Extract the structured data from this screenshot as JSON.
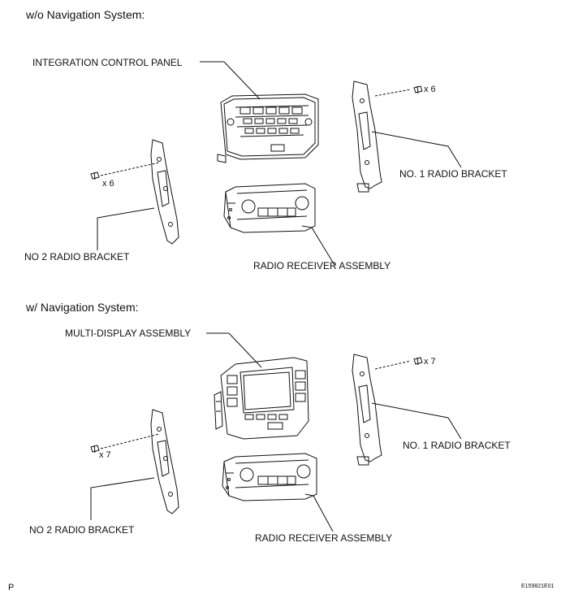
{
  "section_1": {
    "heading": "w/o Navigation System:",
    "labels": {
      "center_unit": "INTEGRATION CONTROL PANEL",
      "right_bracket": "NO. 1 RADIO BRACKET",
      "left_bracket": "NO  2 RADIO BRACKET",
      "receiver": "RADIO RECEIVER ASSEMBLY",
      "screw_right_count": "x 6",
      "screw_left_count": "x 6"
    }
  },
  "section_2": {
    "heading": "w/ Navigation System:",
    "labels": {
      "center_unit": "MULTI-DISPLAY ASSEMBLY",
      "right_bracket": "NO. 1 RADIO BRACKET",
      "left_bracket": "NO  2 RADIO BRACKET",
      "receiver": "RADIO RECEIVER ASSEMBLY",
      "screw_right_count": "x 7",
      "screw_left_count": "x 7"
    }
  },
  "footer": {
    "page_marker": "P",
    "figure_code": "E159821E01"
  }
}
